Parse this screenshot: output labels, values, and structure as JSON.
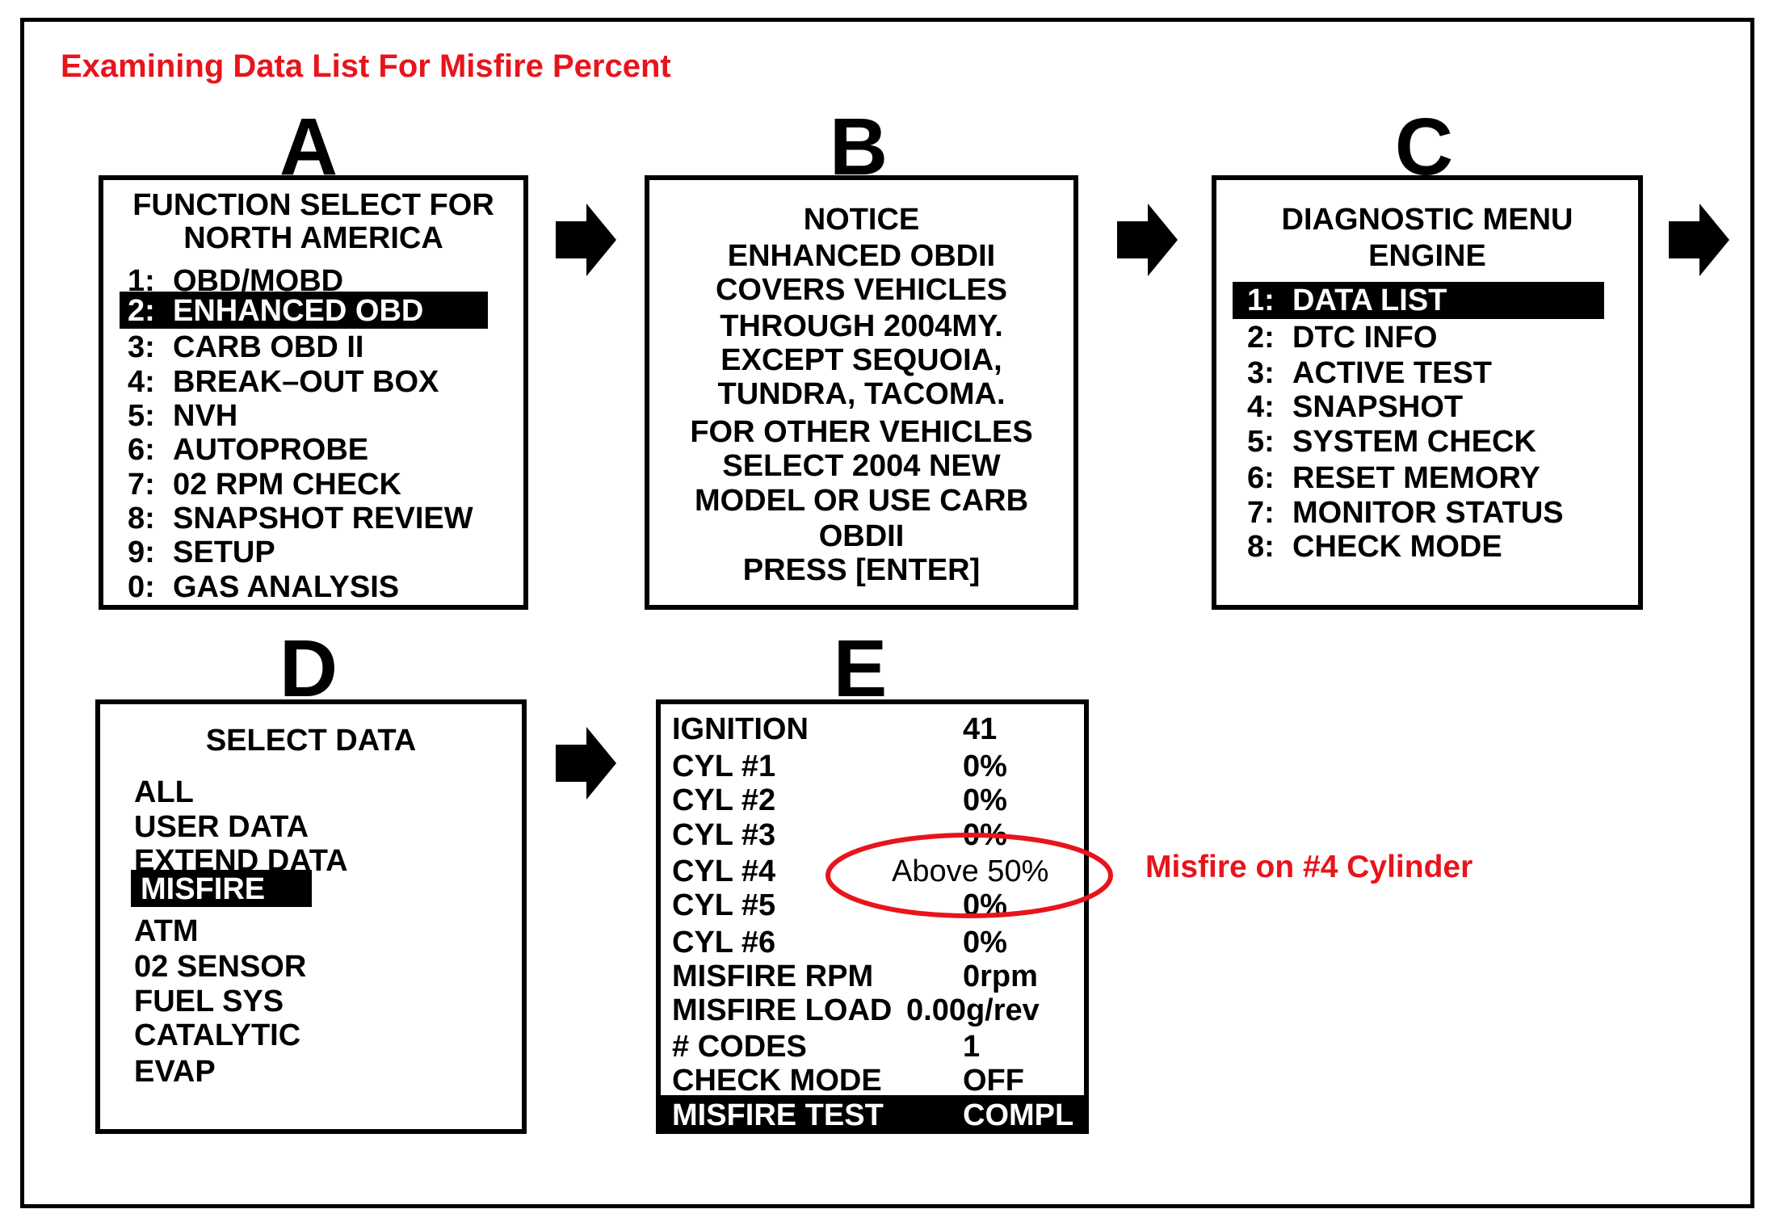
{
  "heading": "Examining Data List For Misfire Percent",
  "panels": {
    "a": {
      "letter": "A",
      "title_lines": [
        "FUNCTION SELECT FOR",
        "NORTH AMERICA"
      ],
      "items": [
        {
          "num": "1:",
          "label": "OBD/MOBD"
        },
        {
          "num": "2:",
          "label": "ENHANCED OBD"
        },
        {
          "num": "3:",
          "label": "CARB OBD II"
        },
        {
          "num": "4:",
          "label": "BREAK–OUT BOX"
        },
        {
          "num": "5:",
          "label": "NVH"
        },
        {
          "num": "6:",
          "label": "AUTOPROBE"
        },
        {
          "num": "7:",
          "label": "02 RPM CHECK"
        },
        {
          "num": "8:",
          "label": "SNAPSHOT REVIEW"
        },
        {
          "num": "9:",
          "label": "SETUP"
        },
        {
          "num": "0:",
          "label": "GAS ANALYSIS"
        }
      ]
    },
    "b": {
      "letter": "B",
      "lines": [
        "NOTICE",
        "ENHANCED OBDII",
        "COVERS VEHICLES",
        "THROUGH 2004MY.",
        "EXCEPT SEQUOIA,",
        "TUNDRA, TACOMA.",
        "FOR OTHER VEHICLES",
        "SELECT 2004 NEW",
        "MODEL OR USE CARB",
        "OBDII",
        "PRESS [ENTER]"
      ]
    },
    "c": {
      "letter": "C",
      "title_lines": [
        "DIAGNOSTIC MENU",
        "ENGINE"
      ],
      "items": [
        {
          "num": "1:",
          "label": "DATA LIST"
        },
        {
          "num": "2:",
          "label": "DTC INFO"
        },
        {
          "num": "3:",
          "label": "ACTIVE TEST"
        },
        {
          "num": "4:",
          "label": "SNAPSHOT"
        },
        {
          "num": "5:",
          "label": "SYSTEM CHECK"
        },
        {
          "num": "6:",
          "label": "RESET MEMORY"
        },
        {
          "num": "7:",
          "label": "MONITOR STATUS"
        },
        {
          "num": "8:",
          "label": "CHECK MODE"
        }
      ]
    },
    "d": {
      "letter": "D",
      "title": "SELECT DATA",
      "items": [
        "ALL",
        "USER DATA",
        "EXTEND DATA",
        "MISFIRE",
        "ATM",
        "02 SENSOR",
        "FUEL SYS",
        "CATALYTIC",
        "EVAP"
      ]
    },
    "e": {
      "letter": "E",
      "rows": [
        {
          "label": "IGNITION",
          "value": "41"
        },
        {
          "label": "CYL #1",
          "value": "0%"
        },
        {
          "label": "CYL #2",
          "value": "0%"
        },
        {
          "label": "CYL #3",
          "value": "0%"
        },
        {
          "label": "CYL #4",
          "value": "Above 50%"
        },
        {
          "label": "CYL #5",
          "value": "0%"
        },
        {
          "label": "CYL #6",
          "value": "0%"
        },
        {
          "label": "MISFIRE RPM",
          "value": "0rpm"
        },
        {
          "label": "MISFIRE LOAD",
          "value": "0.00g/rev"
        },
        {
          "label": "# CODES",
          "value": "1"
        },
        {
          "label": "CHECK MODE",
          "value": "OFF"
        },
        {
          "label": "MISFIRE TEST",
          "value": "COMPL"
        }
      ]
    }
  },
  "annotation": "Misfire on #4 Cylinder",
  "colors": {
    "annotation": "#e8141c",
    "highlight": "#000000"
  },
  "icons": {
    "arrow": "arrow-right-icon"
  }
}
